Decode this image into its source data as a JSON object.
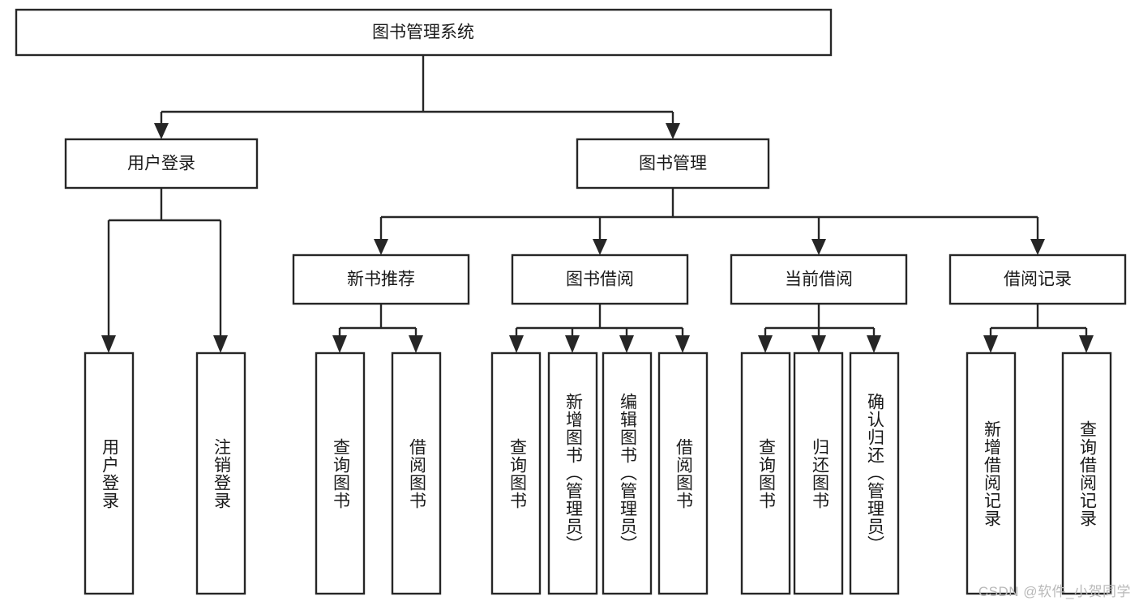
{
  "diagram": {
    "type": "tree-hierarchy",
    "title": "图书管理系统",
    "watermark": "CSDN @软件_小贺同学",
    "colors": {
      "stroke": "#262626",
      "fill": "#ffffff",
      "text": "#1a1a1a",
      "watermark": "#b9b9b9"
    },
    "nodes": {
      "root": {
        "label": "图书管理系统",
        "orientation": "horizontal"
      },
      "level2": [
        {
          "id": "user-login",
          "label": "用户登录",
          "orientation": "horizontal"
        },
        {
          "id": "book-management",
          "label": "图书管理",
          "orientation": "horizontal"
        }
      ],
      "level3": [
        {
          "id": "new-book-recommend",
          "label": "新书推荐",
          "orientation": "horizontal"
        },
        {
          "id": "book-borrow",
          "label": "图书借阅",
          "orientation": "horizontal"
        },
        {
          "id": "current-borrow",
          "label": "当前借阅",
          "orientation": "horizontal"
        },
        {
          "id": "borrow-record",
          "label": "借阅记录",
          "orientation": "horizontal"
        }
      ],
      "leaves": [
        {
          "id": "leaf-user-login",
          "label": "用户登录",
          "parent": "user-login",
          "orientation": "vertical"
        },
        {
          "id": "leaf-logout-login",
          "label": "注销登录",
          "parent": "user-login",
          "orientation": "vertical"
        },
        {
          "id": "leaf-query-book-1",
          "label": "查询图书",
          "parent": "new-book-recommend",
          "orientation": "vertical"
        },
        {
          "id": "leaf-borrow-book-1",
          "label": "借阅图书",
          "parent": "new-book-recommend",
          "orientation": "vertical"
        },
        {
          "id": "leaf-query-book-2",
          "label": "查询图书",
          "parent": "book-borrow",
          "orientation": "vertical"
        },
        {
          "id": "leaf-add-book",
          "label": "新增图书（管理员）",
          "parent": "book-borrow",
          "orientation": "vertical"
        },
        {
          "id": "leaf-edit-book",
          "label": "编辑图书（管理员）",
          "parent": "book-borrow",
          "orientation": "vertical"
        },
        {
          "id": "leaf-borrow-book-2",
          "label": "借阅图书",
          "parent": "book-borrow",
          "orientation": "vertical"
        },
        {
          "id": "leaf-query-book-3",
          "label": "查询图书",
          "parent": "current-borrow",
          "orientation": "vertical"
        },
        {
          "id": "leaf-return-book",
          "label": "归还图书",
          "parent": "current-borrow",
          "orientation": "vertical"
        },
        {
          "id": "leaf-confirm-return",
          "label": "确认归还（管理员）",
          "parent": "current-borrow",
          "orientation": "vertical"
        },
        {
          "id": "leaf-add-record",
          "label": "新增借阅记录",
          "parent": "borrow-record",
          "orientation": "vertical"
        },
        {
          "id": "leaf-query-record",
          "label": "查询借阅记录",
          "parent": "borrow-record",
          "orientation": "vertical"
        }
      ]
    }
  }
}
